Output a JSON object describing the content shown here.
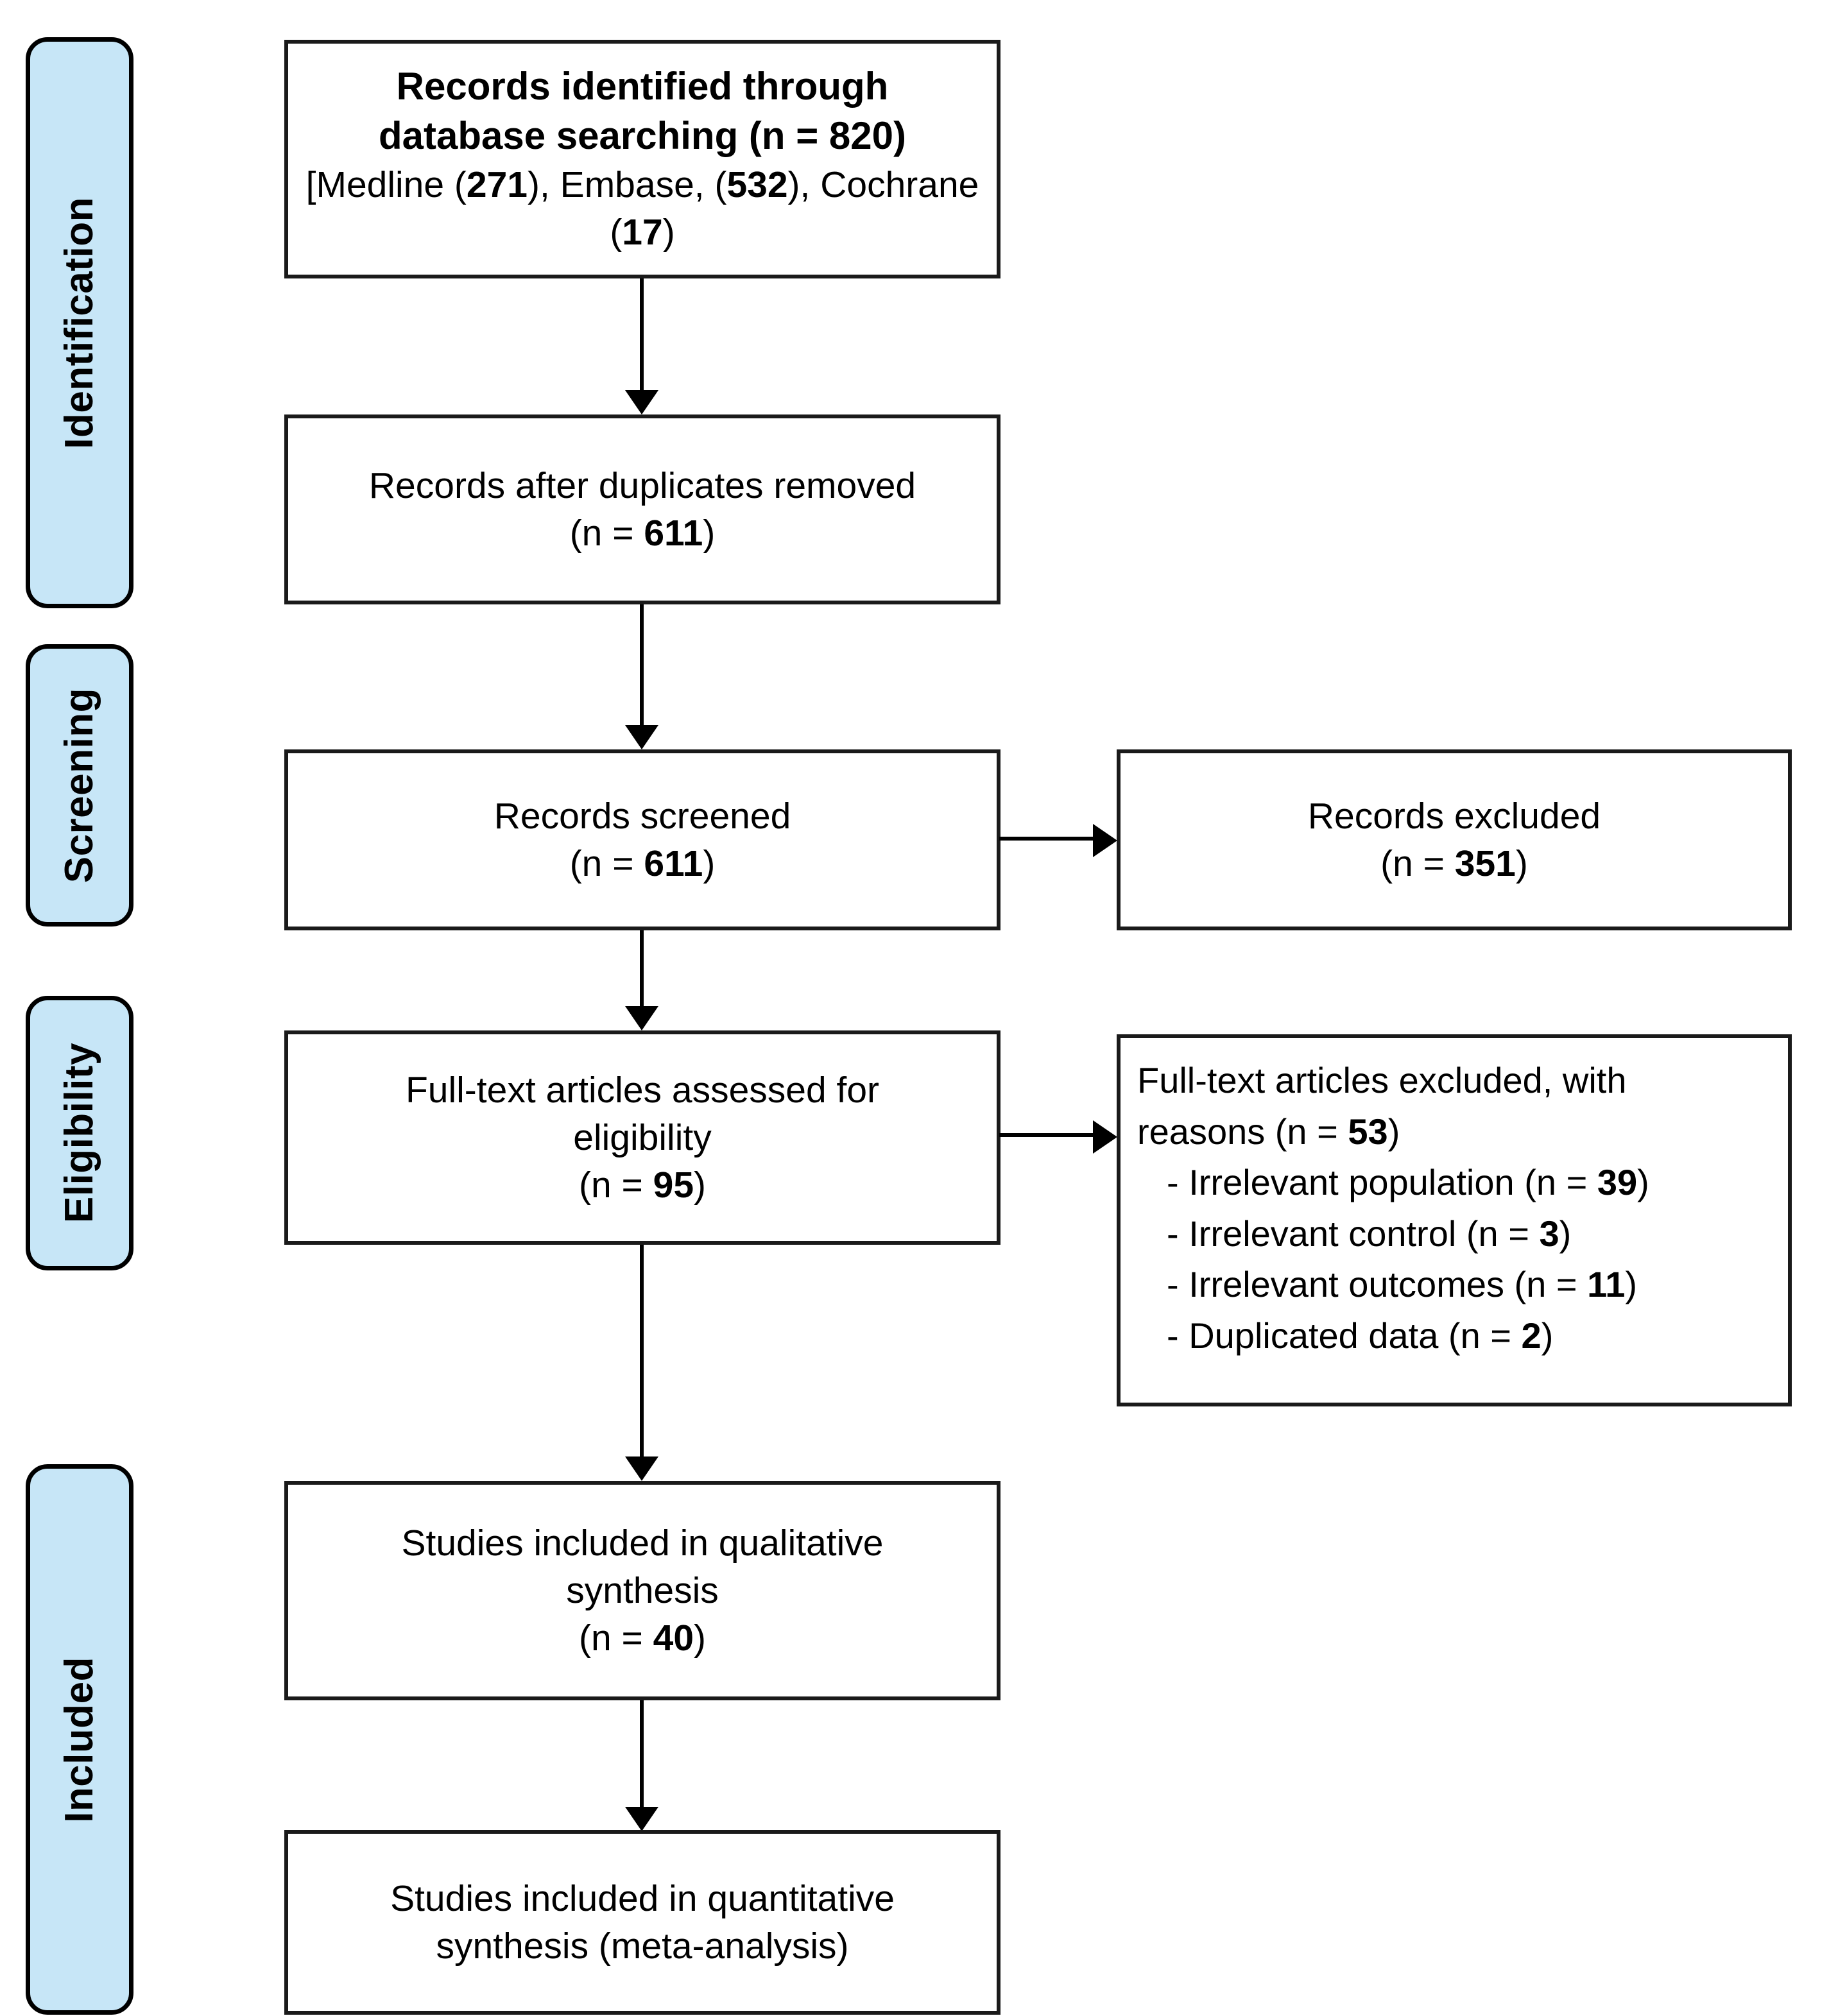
{
  "diagram": {
    "type": "PRISMA flow diagram",
    "stages": [
      {
        "id": "identification",
        "label": "Identification"
      },
      {
        "id": "screening",
        "label": "Screening"
      },
      {
        "id": "eligibility",
        "label": "Eligibility"
      },
      {
        "id": "included",
        "label": "Included"
      }
    ],
    "boxes": {
      "records_identified": {
        "title_line1": "Records identified through",
        "title_line2": "database searching (n = 820)",
        "detail": "[Medline (271), Embase, (532), Cochrane (17)",
        "n_total": 820,
        "sources": [
          {
            "name": "Medline",
            "n": 271
          },
          {
            "name": "Embase",
            "n": 532
          },
          {
            "name": "Cochrane",
            "n": 17
          }
        ]
      },
      "duplicates_removed": {
        "line1": "Records after duplicates removed",
        "line2": "(n = 611)",
        "n": 611
      },
      "records_screened": {
        "line1": "Records screened",
        "line2": "(n = 611)",
        "n": 611
      },
      "records_excluded": {
        "line1": "Records excluded",
        "line2": "(n = 351)",
        "n": 351
      },
      "fulltext_assessed": {
        "line1": "Full-text articles assessed for",
        "line2": "eligibility",
        "line3": "(n = 95)",
        "n": 95
      },
      "fulltext_excluded": {
        "heading_line1": "Full-text articles excluded, with",
        "heading_line2": "reasons (n = 53)",
        "n": 53,
        "reasons": [
          {
            "text": "- Irrelevant population (n = 39)",
            "label": "Irrelevant population",
            "n": 39
          },
          {
            "text": "- Irrelevant control (n = 3)",
            "label": "Irrelevant control",
            "n": 3
          },
          {
            "text": "- Irrelevant outcomes (n = 11)",
            "label": "Irrelevant outcomes",
            "n": 11
          },
          {
            "text": "- Duplicated data (n = 2)",
            "label": "Duplicated data",
            "n": 2
          }
        ]
      },
      "qualitative_synthesis": {
        "line1": "Studies included in qualitative",
        "line2": "synthesis",
        "line3": "(n = 40)",
        "n": 40
      },
      "quantitative_synthesis": {
        "line1": "Studies included in quantitative",
        "line2": "synthesis (meta-analysis)"
      }
    },
    "colors": {
      "stage_fill": "#c7e6f7",
      "border": "#000000",
      "box_fill": "#ffffff",
      "text": "#000000"
    }
  }
}
